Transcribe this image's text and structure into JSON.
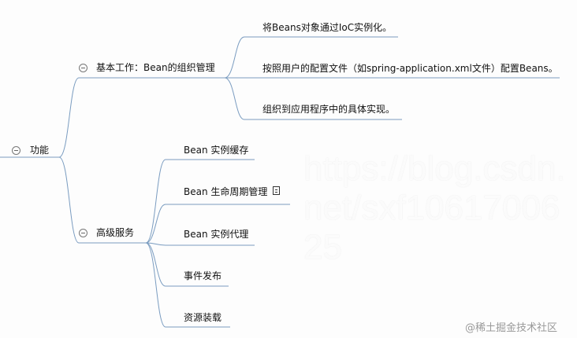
{
  "root": {
    "label": "功能"
  },
  "branches": [
    {
      "label": "基本工作：Bean的组织管理",
      "children": [
        "将Beans对象通过IoC实例化。",
        "按照用户的配置文件（如spring-application.xml文件）配置Beans。",
        "组织到应用程序中的具体实现。"
      ]
    },
    {
      "label": "高级服务",
      "children": [
        "Bean 实例缓存",
        "Bean 生命周期管理",
        "Bean 实例代理",
        "事件发布",
        "资源装载"
      ]
    }
  ],
  "icons": {
    "collapse": "minus-circle-icon",
    "note": "note-icon"
  },
  "line_color": "#7a9cc0",
  "watermark": "https://blog.csdn.net/sxf1061700625",
  "credit": "@稀土掘金技术社区"
}
